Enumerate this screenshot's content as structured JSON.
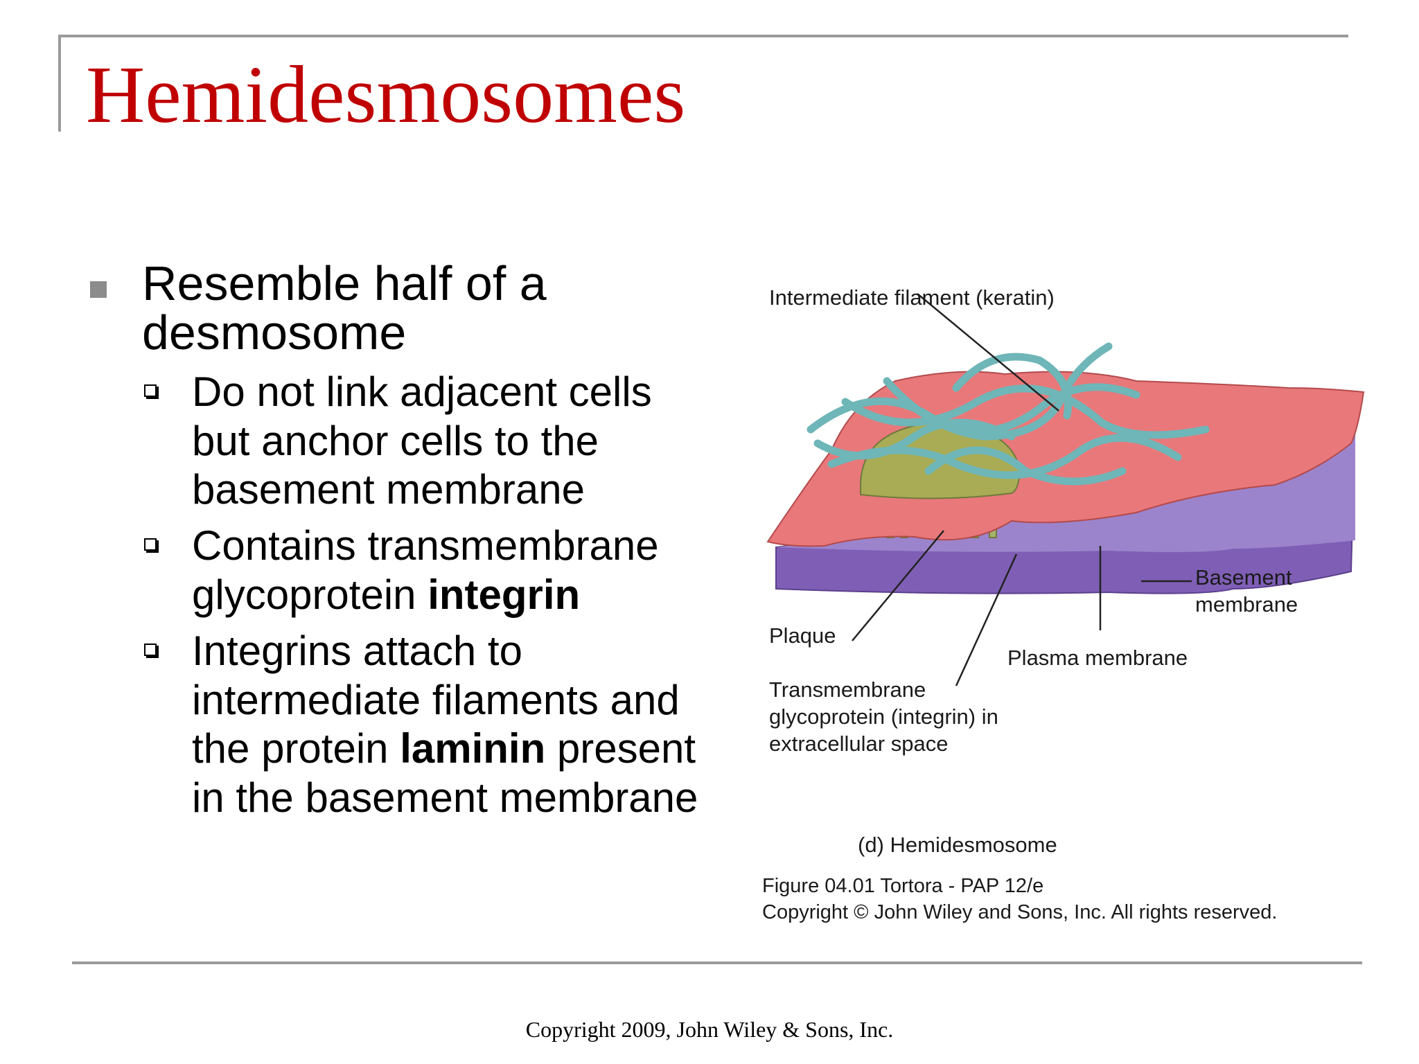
{
  "slide": {
    "title": "Hemidesmosomes",
    "bullet": "Resemble half of a desmosome",
    "subbullets": [
      {
        "text": "Do not link adjacent cells but anchor cells to the basement membrane",
        "bold": ""
      },
      {
        "text": "Contains transmembrane glycoprotein ",
        "bold": "integrin"
      },
      {
        "text_before": "Integrins attach to intermediate filaments and the protein ",
        "bold": "laminin",
        "text_after": " present in the basement membrane"
      }
    ]
  },
  "figure": {
    "labels": {
      "intermediate_filament": "Intermediate filament (keratin)",
      "plaque": "Plaque",
      "transmembrane": "Transmembrane glycoprotein (integrin) in extracellular space",
      "plasma_membrane": "Plasma membrane",
      "basement_membrane": "Basement membrane"
    },
    "caption": "(d) Hemidesmosome",
    "credit_line1": "Figure 04.01  Tortora - PAP 12/e",
    "credit_line2": "Copyright © John Wiley and Sons, Inc. All rights reserved."
  },
  "footer": "Copyright 2009, John Wiley & Sons, Inc.",
  "colors": {
    "title": "#c00000",
    "cell": "#e9787a",
    "basement": "#7f5fb5",
    "plaque": "#a9ac55",
    "filament": "#6fb6b8"
  }
}
